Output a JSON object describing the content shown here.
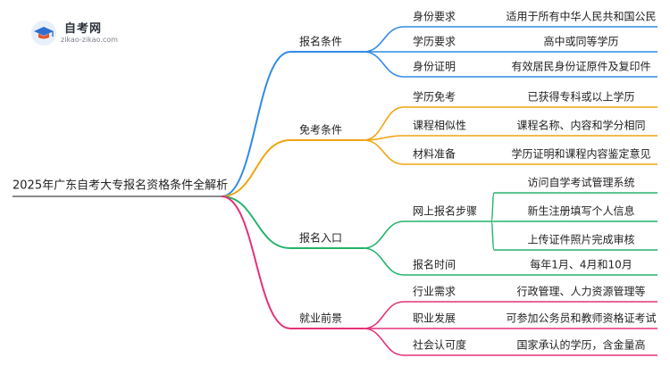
{
  "logo": {
    "title": "自考网",
    "url": "zikao-zikao.com"
  },
  "colors": {
    "blue": "#2f8be6",
    "orange": "#f0a40f",
    "green": "#23b36a",
    "pink": "#e6307a",
    "root_line": "#444444"
  },
  "mindmap": {
    "root": "2025年广东自考大专报名资格条件全解析",
    "branches": [
      {
        "label": "报名条件",
        "color": "blue",
        "children": [
          {
            "label": "身份要求",
            "leaves": [
              "适用于所有中华人民共和国公民"
            ]
          },
          {
            "label": "学历要求",
            "leaves": [
              "高中或同等学历"
            ]
          },
          {
            "label": "身份证明",
            "leaves": [
              "有效居民身份证原件及复印件"
            ]
          }
        ]
      },
      {
        "label": "免考条件",
        "color": "orange",
        "children": [
          {
            "label": "学历免考",
            "leaves": [
              "已获得专科或以上学历"
            ]
          },
          {
            "label": "课程相似性",
            "leaves": [
              "课程名称、内容和学分相同"
            ]
          },
          {
            "label": "材料准备",
            "leaves": [
              "学历证明和课程内容鉴定意见"
            ]
          }
        ]
      },
      {
        "label": "报名入口",
        "color": "green",
        "children": [
          {
            "label": "网上报名步骤",
            "leaves": [
              "访问自学考试管理系统",
              "新生注册填写个人信息",
              "上传证件照片完成审核"
            ]
          },
          {
            "label": "报名时间",
            "leaves": [
              "每年1月、4月和10月"
            ]
          }
        ]
      },
      {
        "label": "就业前景",
        "color": "pink",
        "children": [
          {
            "label": "行业需求",
            "leaves": [
              "行政管理、人力资源管理等"
            ]
          },
          {
            "label": "职业发展",
            "leaves": [
              "可参加公务员和教师资格证考试"
            ]
          },
          {
            "label": "社会认可度",
            "leaves": [
              "国家承认的学历，含金量高"
            ]
          }
        ]
      }
    ]
  }
}
